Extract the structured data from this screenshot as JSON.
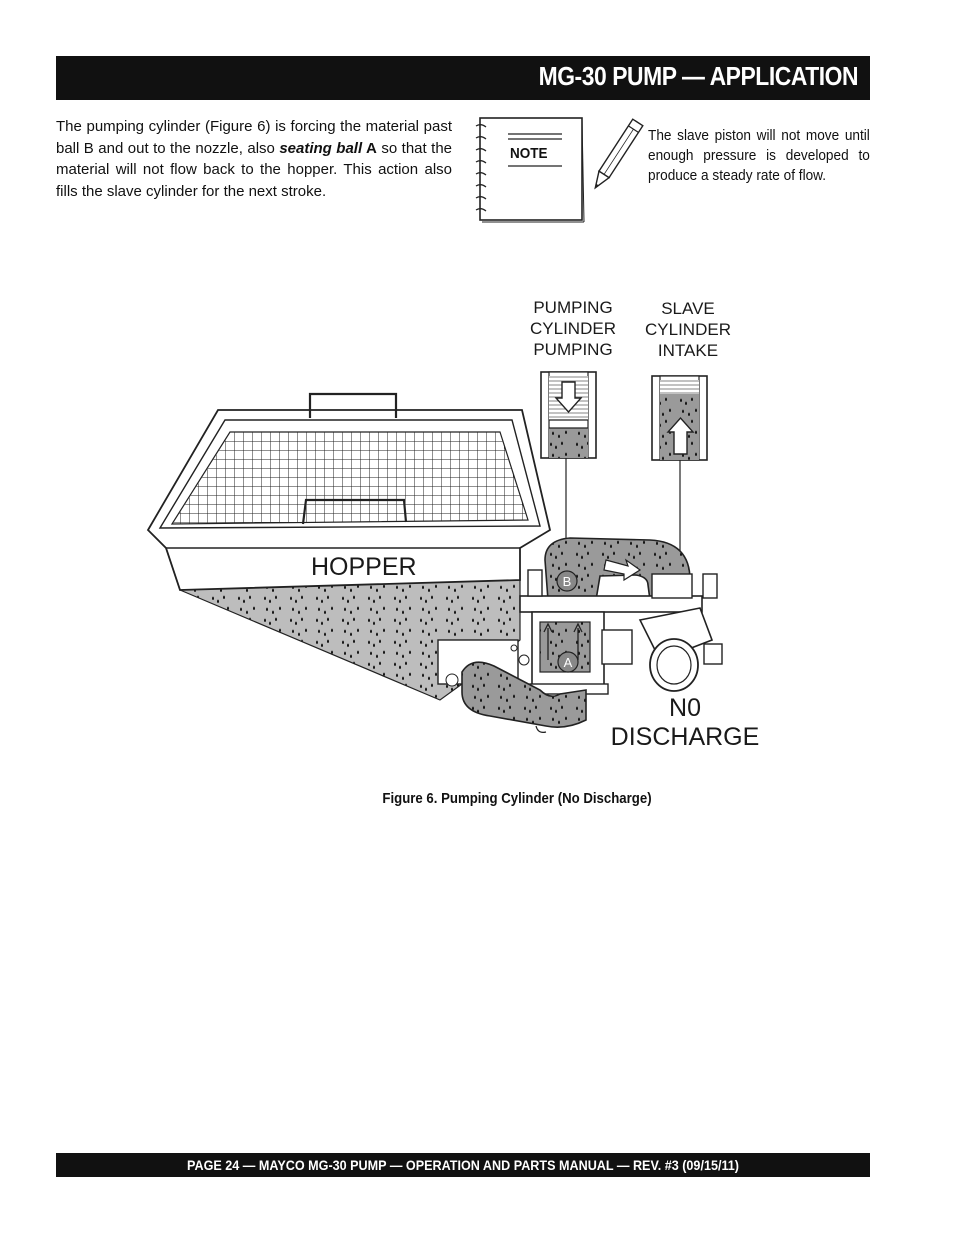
{
  "header": {
    "title": "MG-30 PUMP — APPLICATION"
  },
  "intro": {
    "part1": "The pumping cylinder (Figure 6) is forcing the material past ball B and out to the nozzle, also ",
    "emphasis": "seating ball",
    "bold_letter": " A",
    "part2": " so that the material will not flow back to the hopper. This action also fills the slave cylinder for the next stroke."
  },
  "note": {
    "label": "NOTE",
    "text": "The slave piston will not move until enough pressure is developed to produce a steady rate of flow."
  },
  "figure": {
    "pumping_label": "PUMPING\nCYLINDER\nPUMPING",
    "slave_label": "SLAVE\nCYLINDER\nINTAKE",
    "hopper_label": "HOPPER",
    "discharge_label": "N0\nDISCHARGE",
    "ball_b": "B",
    "ball_a": "A",
    "caption": "Figure 6.  Pumping Cylinder (No Discharge)"
  },
  "footer": {
    "text": "PAGE 24 — MAYCO  MG-30 PUMP — OPERATION AND PARTS MANUAL — REV. #3 (09/15/11)"
  }
}
